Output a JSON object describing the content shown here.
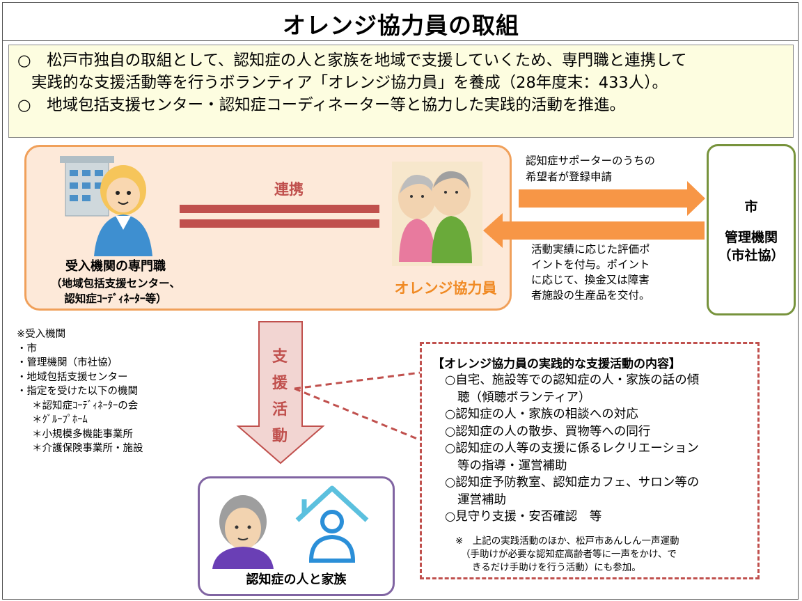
{
  "title": "オレンジ協力員の取組",
  "summary": {
    "line1": "○　松戸市独自の取組として、認知症の人と家族を地域で支援していくため、専門職と連携して",
    "line2": "実践的な支援活動等を行うボランティア「オレンジ協力員」を養成（28年度末：433人）。",
    "line3": "○　地域包括支援センター・認知症コーディネーター等と協力した実践的活動を推進。"
  },
  "partner": {
    "renkei": "連携",
    "prof_title": "受入機関の専門職",
    "prof_sub1": "（地域包括支援センター、",
    "prof_sub2": "認知症ｺｰﾃﾞｨﾈｰﾀｰ等）",
    "orange": "オレンジ協力員"
  },
  "flows": {
    "to_admin_1": "認知症サポーターのうちの",
    "to_admin_2": "希望者が登録申請",
    "to_member_1": "活動実績に応じた評価ポ",
    "to_member_2": "イントを付与。ポイント",
    "to_member_3": "に応じて、換金又は障害",
    "to_member_4": "者施設の生産品を交付。"
  },
  "admin": {
    "city": "市",
    "name1": "管理機関",
    "name2": "（市社協）"
  },
  "receivers": {
    "header": "※受入機関",
    "items": [
      "・市",
      "・管理機関（市社協）",
      "・地域包括支援センター",
      "・指定を受けた以下の機関"
    ],
    "sub_items": [
      "＊認知症ｺｰﾃﾞｨﾈｰﾀｰの会",
      "＊ｸﾞﾙｰﾌﾟﾎｰﾑ",
      "＊小規模多機能事業所",
      "＊介護保険事業所・施設"
    ]
  },
  "activity": {
    "c1": "支",
    "c2": "援",
    "c3": "活",
    "c4": "動"
  },
  "family": {
    "label": "認知症の人と家族"
  },
  "activities": {
    "title": "【オレンジ協力員の実践的な支援活動の内容】",
    "l1": "○自宅、施設等での認知症の人・家族の話の傾",
    "l2": "聴（傾聴ボランティア）",
    "l3": "○認知症の人・家族の相談への対応",
    "l4": "○認知症の人の散歩、買物等への同行",
    "l5": "○認知症の人等の支援に係るレクリエーション",
    "l6": "等の指導・運営補助",
    "l7": "○認知症予防教室、認知症カフェ、サロン等の",
    "l8": "運営補助",
    "l9": "○見守り支援・安否確認　等",
    "note1": "※　上記の実践活動のほか、松戸市あんしん一声運動",
    "note2": "（手助けが必要な認知症高齢者等に一声をかけ、で",
    "note3": "きるだけ手助けを行う活動）にも参加。"
  },
  "colors": {
    "summary_bg": "#fdfde0",
    "partner_bg": "#fde9d9",
    "partner_border": "#f0a05a",
    "link_red": "#c0504d",
    "orange": "#f08a24",
    "admin_border": "#77933c",
    "family_border": "#8064a2"
  }
}
